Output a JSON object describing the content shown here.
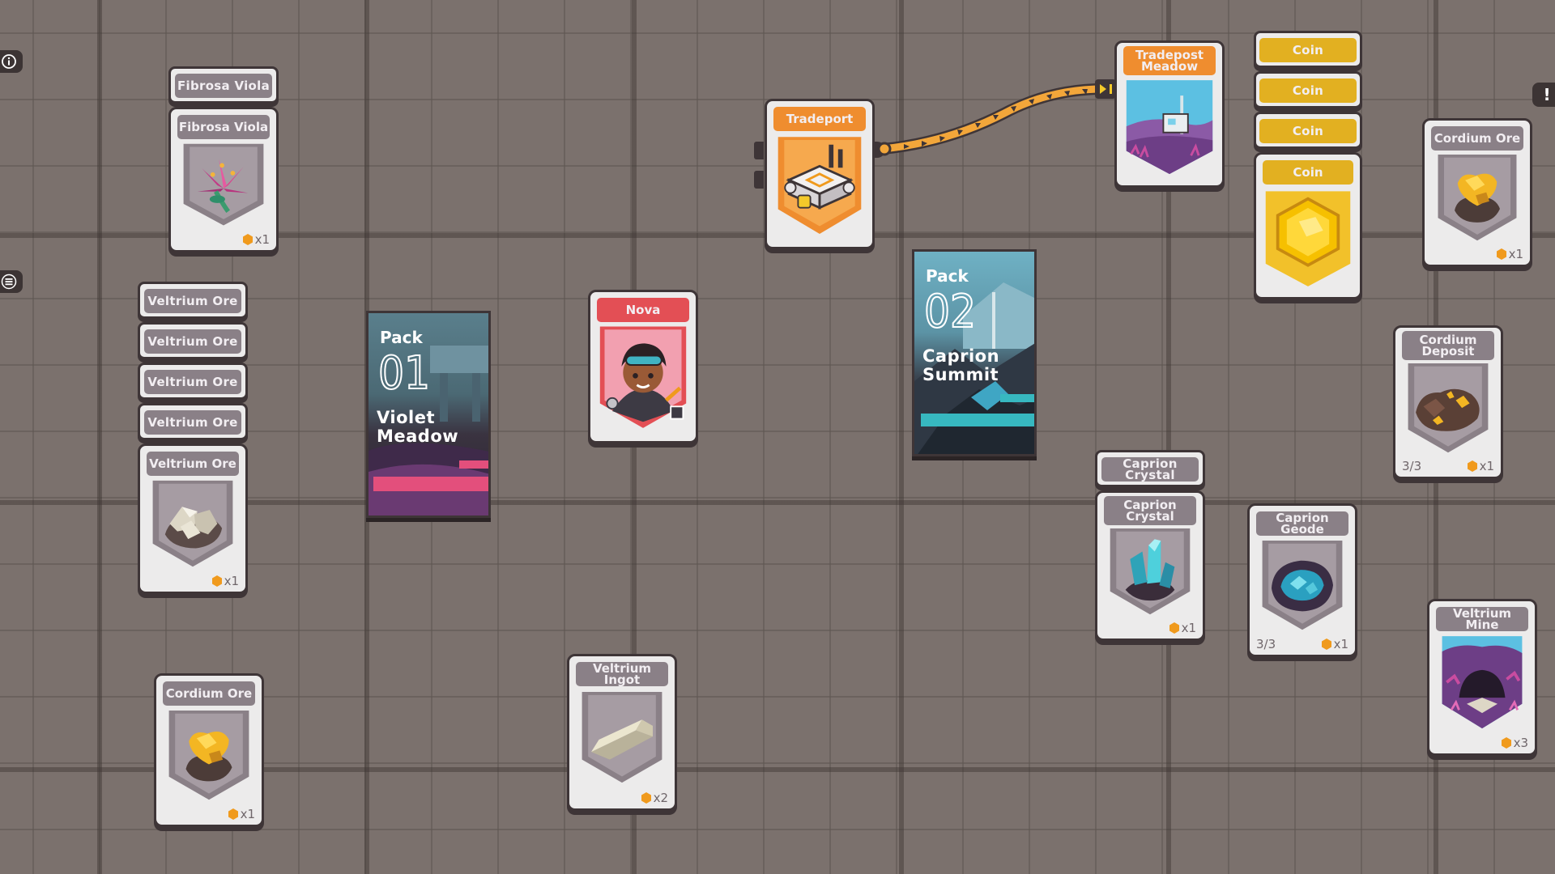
{
  "ui": {
    "info_icon": "info-icon",
    "menu_icon": "menu-icon",
    "alert_label": "!"
  },
  "colors": {
    "board": "#7b716d",
    "card_frame": "#3e3537",
    "card_face": "#ecebeb",
    "title_grey": "#8a8087",
    "title_orange": "#ef8d2f",
    "title_red": "#e34f55",
    "title_gold": "#e2b021",
    "coin_gold": "#f4c92a",
    "pack1_accent": "#e34f7c",
    "pack2_accent": "#37b8c0"
  },
  "cards": {
    "fibrosa": {
      "labels": [
        "Fibrosa Viola",
        "Fibrosa Viola"
      ],
      "count": "x1",
      "icon": "flower-icon"
    },
    "veltrium_ore": {
      "labels": [
        "Veltrium Ore",
        "Veltrium Ore",
        "Veltrium Ore",
        "Veltrium Ore",
        "Veltrium Ore"
      ],
      "count": "x1",
      "icon": "ore-rock-icon"
    },
    "cordium_ore_bottom": {
      "label": "Cordium Ore",
      "count": "x1",
      "icon": "gold-ore-icon"
    },
    "veltrium_ingot": {
      "label": "Veltrium Ingot",
      "count": "x2",
      "icon": "ingot-icon"
    },
    "nova": {
      "label": "Nova",
      "icon": "character-portrait"
    },
    "tradeport": {
      "label": "Tradeport",
      "icon": "tradeport-building-icon"
    },
    "tradepost_meadow": {
      "label": "Tradepost Meadow",
      "icon": "meadow-landscape-icon"
    },
    "coins": {
      "labels": [
        "Coin",
        "Coin",
        "Coin",
        "Coin"
      ],
      "icon": "coin-icon"
    },
    "cordium_ore_right": {
      "label": "Cordium Ore",
      "count": "x1",
      "icon": "gold-ore-icon"
    },
    "cordium_deposit": {
      "label": "Cordium Deposit",
      "uses": "3/3",
      "count": "x1",
      "icon": "deposit-icon"
    },
    "caprion_crystal": {
      "labels": [
        "Caprion Crystal",
        "Caprion Crystal"
      ],
      "count": "x1",
      "icon": "crystal-icon"
    },
    "caprion_geode": {
      "label": "Caprion Geode",
      "uses": "3/3",
      "count": "x1",
      "icon": "geode-icon"
    },
    "veltrium_mine": {
      "label": "Veltrium Mine",
      "count": "x3",
      "icon": "cave-icon"
    }
  },
  "packs": {
    "pack01": {
      "label": "Pack",
      "number": "01",
      "name": "Violet Meadow"
    },
    "pack02": {
      "label": "Pack",
      "number": "02",
      "name": "Caprion Summit"
    }
  }
}
